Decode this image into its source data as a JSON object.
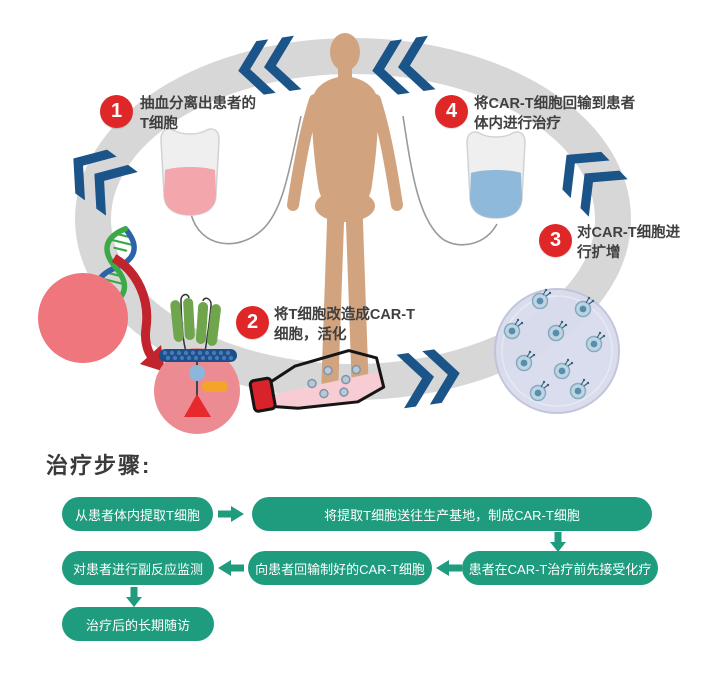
{
  "cycle": {
    "steps": [
      {
        "number": "1",
        "line1": "抽血分离出患者的",
        "line2": "T细胞"
      },
      {
        "number": "2",
        "line1": "将T细胞改造成CAR-T",
        "line2": "细胞，活化"
      },
      {
        "number": "3",
        "line1": "对CAR-T细胞进",
        "line2": "行扩增"
      },
      {
        "number": "4",
        "line1": "将CAR-T细胞回输到患者",
        "line2": "体内进行治疗"
      }
    ],
    "illustrations": [
      "cycle-ring",
      "human-body",
      "blood-bag-pink",
      "infusion-bag-blue",
      "dna-helix",
      "t-cell",
      "car-t-cell",
      "transduction-arrow",
      "culture-flask",
      "petri-dish",
      "flow-chevrons"
    ]
  },
  "flowchart": {
    "heading": "治疗步骤:",
    "nodes": [
      {
        "label": "从患者体内提取T细胞"
      },
      {
        "label": "将提取T细胞送往生产基地，制成CAR-T细胞"
      },
      {
        "label": "患者在CAR-T治疗前先接受化疗"
      },
      {
        "label": "向患者回输制好的CAR-T细胞"
      },
      {
        "label": "对患者进行副反应监测"
      },
      {
        "label": "治疗后的长期随访"
      }
    ]
  },
  "colors": {
    "flow_green": "#1e9c7d",
    "badge_red": "#e02727",
    "chevron_blue": "#1a5489",
    "ring_gray": "#d7d7d7",
    "skin_tan": "#d1a47f",
    "t_cell_pink": "#ee767c",
    "blood_fluid_pink": "#f3a6ac",
    "infusion_fluid_blue": "#8fb9da",
    "text_dark": "#3f3f3f"
  }
}
